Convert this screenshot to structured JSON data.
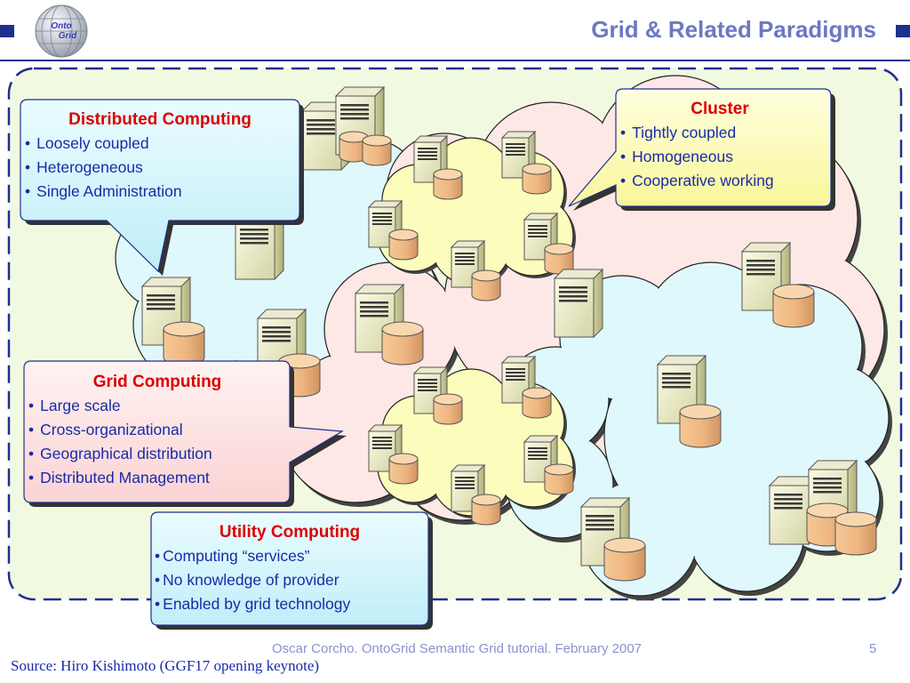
{
  "slide": {
    "title": "Grid & Related Paradigms"
  },
  "logo": {
    "line1": "Onto",
    "line2": "Grid"
  },
  "callouts": {
    "distributed": {
      "title": "Distributed Computing",
      "items": [
        "Loosely coupled",
        "Heterogeneous",
        "Single Administration"
      ]
    },
    "cluster": {
      "title": "Cluster",
      "items": [
        "Tightly coupled",
        "Homogeneous",
        "Cooperative working"
      ]
    },
    "grid": {
      "title": "Grid Computing",
      "items": [
        "Large scale",
        "Cross-organizational",
        "Geographical distribution",
        "Distributed Management"
      ]
    },
    "utility": {
      "title": "Utility Computing",
      "items": [
        "Computing “services”",
        "No knowledge of provider",
        "Enabled by grid technology"
      ]
    }
  },
  "footer": {
    "credit": "Oscar Corcho. OntoGrid Semantic Grid tutorial. February 2007",
    "page": "5"
  },
  "source": "Source: Hiro Kishimoto (GGF17 opening keynote)",
  "colors": {
    "accent": "#1f2f8f",
    "title": "#6b78c2",
    "callout_title": "#dd0000",
    "callout_text": "#1a2aa8",
    "panel_bg": "#f1fae0",
    "cloud_pink": "#fde8e6",
    "cloud_cyan": "#dff8fb",
    "cloud_yellow": "#fcfcbc"
  }
}
